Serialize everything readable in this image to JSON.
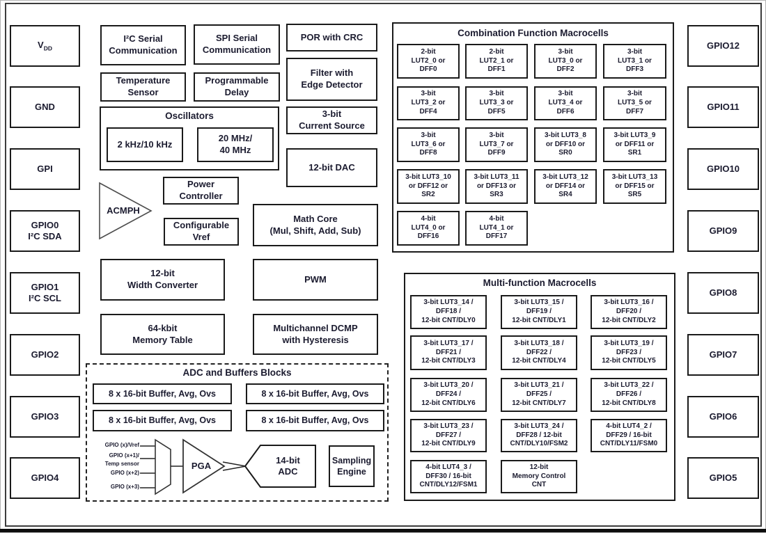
{
  "diagram": {
    "colors": {
      "text": "#1b1b2f",
      "border": "#1a1a1a",
      "background": "#ffffff"
    },
    "pins_left": [
      {
        "line1": "V",
        "sub": "DD"
      },
      {
        "line1": "GND"
      },
      {
        "line1": "GPI"
      },
      {
        "line1": "GPIO0",
        "line2": "I²C SDA"
      },
      {
        "line1": "GPIO1",
        "line2": "I²C SCL"
      },
      {
        "line1": "GPIO2"
      },
      {
        "line1": "GPIO3"
      },
      {
        "line1": "GPIO4"
      }
    ],
    "pins_right": [
      {
        "label": "GPIO12"
      },
      {
        "label": "GPIO11"
      },
      {
        "label": "GPIO10"
      },
      {
        "label": "GPIO9"
      },
      {
        "label": "GPIO8"
      },
      {
        "label": "GPIO7"
      },
      {
        "label": "GPIO6"
      },
      {
        "label": "GPIO5"
      }
    ],
    "blocks": {
      "i2c": "I²C Serial\nCommunication",
      "spi": "SPI Serial\nCommunication",
      "por": "POR with CRC",
      "temp": "Temperature\nSensor",
      "delay": "Programmable\nDelay",
      "filter": "Filter with\nEdge Detector",
      "current": "3-bit\nCurrent Source",
      "dac": "12-bit DAC",
      "acmph": "ACMPH",
      "power": "Power\nController",
      "vref": "Configurable\nVref",
      "math": "Math Core\n(Mul, Shift, Add, Sub)",
      "width": "12-bit\nWidth Converter",
      "pwm": "PWM",
      "memory": "64-kbit\nMemory Table",
      "dcmp": "Multichannel DCMP\nwith Hysteresis"
    },
    "oscillators": {
      "title": "Oscillators",
      "low": "2 kHz/10 kHz",
      "high": "20 MHz/\n40 MHz"
    },
    "adc_section": {
      "title": "ADC and Buffers Blocks",
      "buffers": [
        "8 x 16-bit Buffer, Avg, Ovs",
        "8 x 16-bit Buffer, Avg, Ovs",
        "8 x 16-bit Buffer, Avg, Ovs",
        "8 x 16-bit Buffer, Avg, Ovs"
      ],
      "inputs": [
        "GPIO (x)/Vref",
        "GPIO (x+1)/",
        "Temp sensor",
        "GPIO (x+2)",
        "GPIO (x+3)"
      ],
      "pga": "PGA",
      "adc": "14-bit\nADC",
      "sampling": "Sampling\nEngine"
    },
    "comb": {
      "title": "Combination Function Macrocells",
      "cells": [
        "2-bit\nLUT2_0 or\nDFF0",
        "2-bit\nLUT2_1 or\nDFF1",
        "3-bit\nLUT3_0 or\nDFF2",
        "3-bit\nLUT3_1 or\nDFF3",
        "3-bit\nLUT3_2 or\nDFF4",
        "3-bit\nLUT3_3 or\nDFF5",
        "3-bit\nLUT3_4 or\nDFF6",
        "3-bit\nLUT3_5 or\nDFF7",
        "3-bit\nLUT3_6 or\nDFF8",
        "3-bit\nLUT3_7 or\nDFF9",
        "3-bit LUT3_8\nor DFF10 or\nSR0",
        "3-bit LUT3_9\nor DFF11 or\nSR1",
        "3-bit LUT3_10\nor DFF12 or\nSR2",
        "3-bit LUT3_11\nor DFF13 or\nSR3",
        "3-bit LUT3_12\nor DFF14 or\nSR4",
        "3-bit LUT3_13\nor DFF15 or\nSR5",
        "4-bit\nLUT4_0 or\nDFF16",
        "4-bit\nLUT4_1 or\nDFF17"
      ]
    },
    "multi": {
      "title": "Multi-function Macrocells",
      "cells": [
        "3-bit LUT3_14 /\nDFF18 /\n12-bit CNT/DLY0",
        "3-bit LUT3_15 /\nDFF19 /\n12-bit CNT/DLY1",
        "3-bit LUT3_16 /\nDFF20 /\n12-bit CNT/DLY2",
        "3-bit LUT3_17 /\nDFF21 /\n12-bit CNT/DLY3",
        "3-bit LUT3_18 /\nDFF22 /\n12-bit CNT/DLY4",
        "3-bit LUT3_19 /\nDFF23 /\n12-bit CNT/DLY5",
        "3-bit LUT3_20 /\nDFF24 /\n12-bit CNT/DLY6",
        "3-bit LUT3_21 /\nDFF25 /\n12-bit CNT/DLY7",
        "3-bit LUT3_22 /\nDFF26 /\n12-bit CNT/DLY8",
        "3-bit LUT3_23 /\nDFF27 /\n12-bit CNT/DLY9",
        "3-bit LUT3_24 /\nDFF28 / 12-bit\nCNT/DLY10/FSM2",
        "4-bit LUT4_2 /\nDFF29 / 16-bit\nCNT/DLY11/FSM0",
        "4-bit LUT4_3 /\nDFF30 / 16-bit\nCNT/DLY12/FSM1",
        "12-bit\nMemory Control\nCNT"
      ]
    }
  }
}
